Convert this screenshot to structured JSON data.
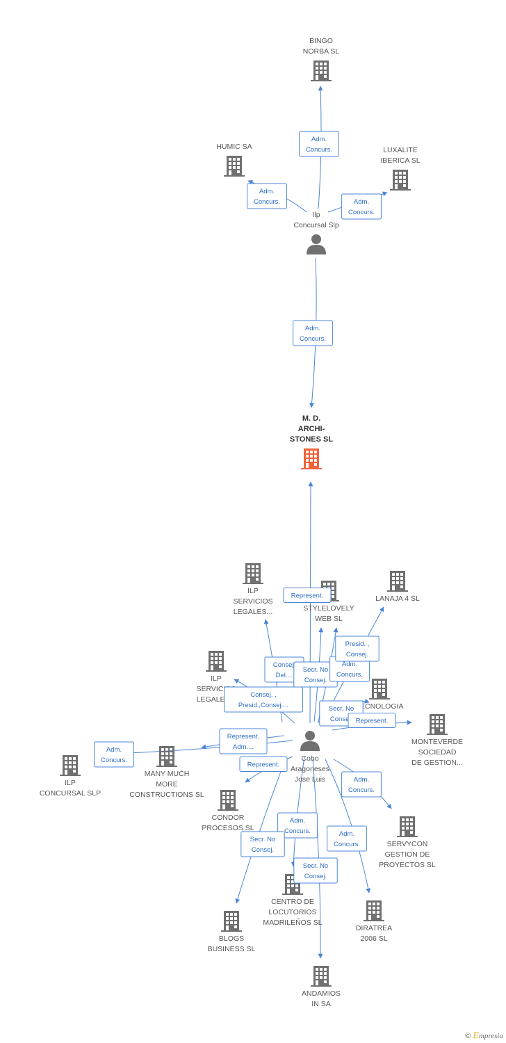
{
  "colors": {
    "edge": "#4a86d8",
    "edge_label": "#2b6cc4",
    "node_icon": "#707070",
    "center_icon": "#f4623a",
    "text": "#555555",
    "brand_accent": "#e8b320"
  },
  "nodes": [
    {
      "id": "bingo",
      "type": "company",
      "lines": [
        "BINGO",
        "NORBA SL"
      ]
    },
    {
      "id": "humic",
      "type": "company",
      "lines": [
        "HUMIC SA"
      ]
    },
    {
      "id": "luxalite",
      "type": "company",
      "lines": [
        "LUXALITE",
        "IBERICA  SL"
      ]
    },
    {
      "id": "ilp_person",
      "type": "person",
      "lines": [
        "Ilp",
        "Concursal Slp"
      ]
    },
    {
      "id": "mdarchi",
      "type": "company",
      "center": true,
      "lines": [
        "M. D.",
        "ARCHI-",
        "STONES SL"
      ]
    },
    {
      "id": "ilp_serv1",
      "type": "company",
      "lines": [
        "ILP",
        "SERVICIOS",
        "LEGALES..."
      ]
    },
    {
      "id": "stylelovely",
      "type": "company",
      "lines": [
        "STYLELOVELY",
        "WEB SL"
      ]
    },
    {
      "id": "lanaja",
      "type": "company",
      "lines": [
        "LANAJA 4 SL"
      ]
    },
    {
      "id": "ilp_serv2",
      "type": "company",
      "lines": [
        "ILP",
        "SERVICIOS",
        "LEGALES..."
      ]
    },
    {
      "id": "tecnologia",
      "type": "company",
      "lines": [
        "TECNOLOGIA"
      ]
    },
    {
      "id": "monteverde",
      "type": "company",
      "lines": [
        "MONTEVERDE",
        "SOCIEDAD",
        "DE GESTION..."
      ]
    },
    {
      "id": "cobo",
      "type": "person",
      "lines": [
        "Cobo",
        "Aragoneses",
        "Jose Luis"
      ]
    },
    {
      "id": "ilp_concursal",
      "type": "company",
      "lines": [
        "ILP",
        "CONCURSAL SLP"
      ]
    },
    {
      "id": "manymuch",
      "type": "company",
      "lines": [
        "MANY MUCH",
        "MORE",
        "CONSTRUCTIONS SL"
      ]
    },
    {
      "id": "condor",
      "type": "company",
      "lines": [
        "CONDOR",
        "PROCESOS SL"
      ]
    },
    {
      "id": "servycon",
      "type": "company",
      "lines": [
        "SERVYCON",
        "GESTION DE",
        "PROYECTOS SL"
      ]
    },
    {
      "id": "centro",
      "type": "company",
      "lines": [
        "CENTRO DE",
        "LOCUTORIOS",
        "MADRILEÑOS SL"
      ]
    },
    {
      "id": "diratrea",
      "type": "company",
      "lines": [
        "DIRATREA",
        "2006 SL"
      ]
    },
    {
      "id": "blogs",
      "type": "company",
      "lines": [
        "BLOGS",
        "BUSINESS SL"
      ]
    },
    {
      "id": "andamios",
      "type": "company",
      "lines": [
        "ANDAMIOS",
        "IN SA"
      ]
    }
  ],
  "edges": [
    {
      "from": "ilp_person",
      "to": "bingo",
      "lines": [
        "Adm.",
        "Concurs."
      ]
    },
    {
      "from": "ilp_person",
      "to": "humic",
      "lines": [
        "Adm.",
        "Concurs."
      ]
    },
    {
      "from": "ilp_person",
      "to": "luxalite",
      "lines": [
        "Adm.",
        "Concurs."
      ]
    },
    {
      "from": "ilp_person",
      "to": "mdarchi",
      "lines": [
        "Adm.",
        "Concurs."
      ]
    },
    {
      "from": "cobo",
      "to": "mdarchi",
      "lines": [
        "Represent."
      ]
    },
    {
      "from": "cobo",
      "to": "ilp_serv1",
      "lines": [
        "Consej.",
        "Del...."
      ]
    },
    {
      "from": "cobo",
      "to": "stylelovely",
      "lines": [
        "Secr.  No",
        "Consej."
      ]
    },
    {
      "from": "cobo",
      "to": "stylelovely",
      "lines": [
        "Adm.",
        "Concurs."
      ]
    },
    {
      "from": "cobo",
      "to": "lanaja",
      "lines": [
        "Presid. ,",
        "Consej."
      ]
    },
    {
      "from": "cobo",
      "to": "ilp_serv2",
      "lines": [
        "Consej. ,",
        "Presid.,Consej...."
      ]
    },
    {
      "from": "cobo",
      "to": "tecnologia",
      "lines": [
        "Secr.  No",
        "Consej."
      ]
    },
    {
      "from": "cobo",
      "to": "monteverde",
      "lines": [
        "Represent."
      ]
    },
    {
      "from": "cobo",
      "to": "ilp_concursal",
      "lines": [
        "Adm.",
        "Concurs."
      ]
    },
    {
      "from": "cobo",
      "to": "manymuch",
      "lines": [
        "Represent.",
        "Adm...."
      ]
    },
    {
      "from": "cobo",
      "to": "condor",
      "lines": [
        "Represent."
      ]
    },
    {
      "from": "cobo",
      "to": "servycon",
      "lines": [
        "Adm.",
        "Concurs."
      ]
    },
    {
      "from": "cobo",
      "to": "centro",
      "lines": [
        "Adm.",
        "Concurs."
      ]
    },
    {
      "from": "cobo",
      "to": "diratrea",
      "lines": [
        "Adm.",
        "Concurs."
      ]
    },
    {
      "from": "cobo",
      "to": "blogs",
      "lines": [
        "Secr.  No",
        "Consej."
      ]
    },
    {
      "from": "cobo",
      "to": "andamios",
      "lines": [
        "Secr.  No",
        "Consej."
      ]
    }
  ],
  "footer": {
    "copyright": "©",
    "brand_initial": "E",
    "brand_rest": "mpresia"
  }
}
